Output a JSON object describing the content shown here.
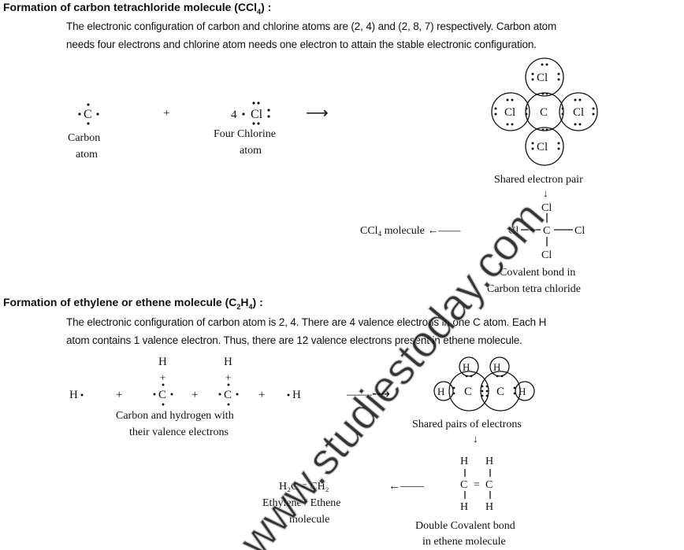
{
  "section1": {
    "title": "Formation of carbon tetrachloride molecule (CCl",
    "title_sub": "4",
    "title_end": ") :",
    "para_line1": "The electronic configuration of carbon and chlorine atoms are (2, 4) and (2, 8, 7) respectively. Carbon atom",
    "para_line2": "needs four electrons and chlorine atom needs one electron to attain the stable electronic configuration.",
    "carbon_symbol": "C",
    "carbon_label_1": "Carbon",
    "carbon_label_2": "atom",
    "plus": "+",
    "chlorine_coeff": "4",
    "chlorine_symbol": "Cl",
    "chlorine_label_1": "Four Chlorine",
    "chlorine_label_2": "atom",
    "arrow": "⟶",
    "ring_cl": "Cl",
    "ring_c": "C",
    "shared_label": "Shared electron pair",
    "down_arrow": "↓",
    "molecule_label": "CCl",
    "molecule_sub": "4",
    "molecule_rest": " molecule ←——",
    "struct_cl": "Cl",
    "struct_c": "C",
    "bond_label_1": "Covalent bond in",
    "bond_label_2": "Carbon tetra chloride"
  },
  "section2": {
    "title": "Formation of ethylene or ethene molecule (C",
    "title_sub1": "2",
    "title_mid": "H",
    "title_sub2": "4",
    "title_end": ") :",
    "para_line1": "The electronic configuration of carbon atom is 2, 4. There are 4 valence electrons in one C atom. Each H",
    "para_line2": "atom contains 1 valence electron. Thus, there are 12 valence electrons present in ethene molecule.",
    "h": "H",
    "c": "C",
    "plus": "+",
    "arrow": "——⟶",
    "reactants_label_1": "Carbon and hydrogen with",
    "reactants_label_2": "their valence electrons",
    "shared_label": "Shared pairs of electrons",
    "down_arrow": "↓",
    "formula": "H₂C = CH₂",
    "left_arrow": "←——",
    "name_label_1": "Ethylene / Ethene",
    "name_label_2": "molecule",
    "bond_label_1": "Double Covalent bond",
    "bond_label_2": "in ethene molecule",
    "double_bond": "="
  },
  "watermark": "www.studiestoday.com"
}
